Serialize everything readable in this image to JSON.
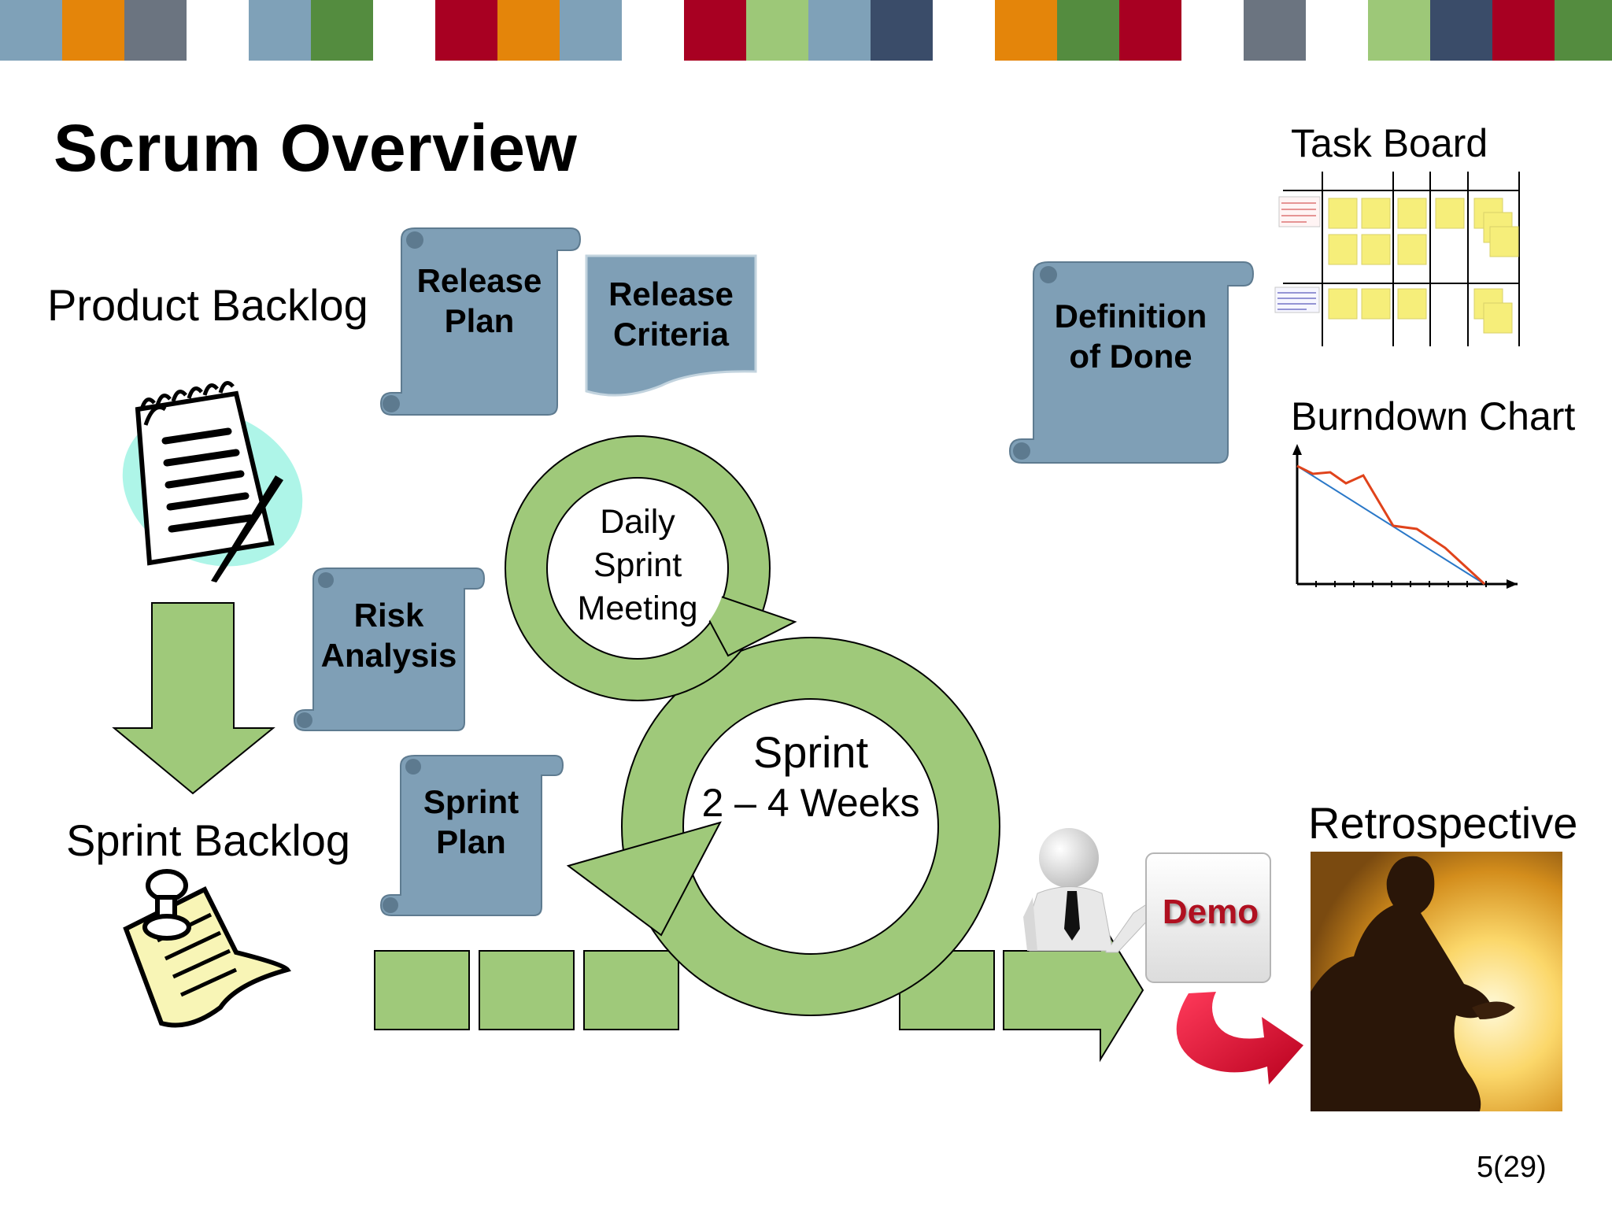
{
  "slide": {
    "title": "Scrum Overview",
    "page_number": "5(29)"
  },
  "colors": {
    "top_bar": [
      "#7fa1b8",
      "#e4850a",
      "#6b7480",
      "#ffffff",
      "#7fa1b8",
      "#548c3f",
      "#ffffff",
      "#a80022",
      "#e4850a",
      "#7fa1b8",
      "#ffffff",
      "#a80022",
      "#9dc878",
      "#7fa1b8",
      "#3a4c69",
      "#ffffff",
      "#e4850a",
      "#548c3f",
      "#a80022",
      "#ffffff",
      "#6b7480",
      "#ffffff",
      "#9dc878",
      "#3a4c69",
      "#a80022",
      "#548c3f"
    ],
    "scroll": "#7f9fb6",
    "arrow_green": "#9fc97a",
    "burndown_actual": "#e0431b",
    "burndown_ideal": "#2a78c8",
    "sticky_note": "#f6ee7a",
    "demo_text": "#b01020"
  },
  "labels": {
    "product_backlog": "Product Backlog",
    "sprint_backlog": "Sprint Backlog",
    "task_board": "Task Board",
    "burndown_chart": "Burndown Chart",
    "retrospective": "Retrospective"
  },
  "scrolls": {
    "release_plan": [
      "Release",
      "Plan"
    ],
    "release_criteria": [
      "Release",
      "Criteria"
    ],
    "definition_of_done": [
      "Definition",
      "of Done"
    ],
    "risk_analysis": [
      "Risk",
      "Analysis"
    ],
    "sprint_plan": [
      "Sprint",
      "Plan"
    ]
  },
  "cycle": {
    "daily": [
      "Daily",
      "Sprint",
      "Meeting"
    ],
    "sprint_title": "Sprint",
    "sprint_duration": "2 – 4 Weeks"
  },
  "demo": {
    "label": "Demo"
  },
  "icons": {
    "product_backlog": "notepad-pen-icon",
    "sprint_backlog": "pinned-note-icon",
    "presenter": "presenter-figure-icon",
    "retro_photo": "sunset-silhouette-image",
    "retro_arrow": "curved-arrow-icon"
  }
}
